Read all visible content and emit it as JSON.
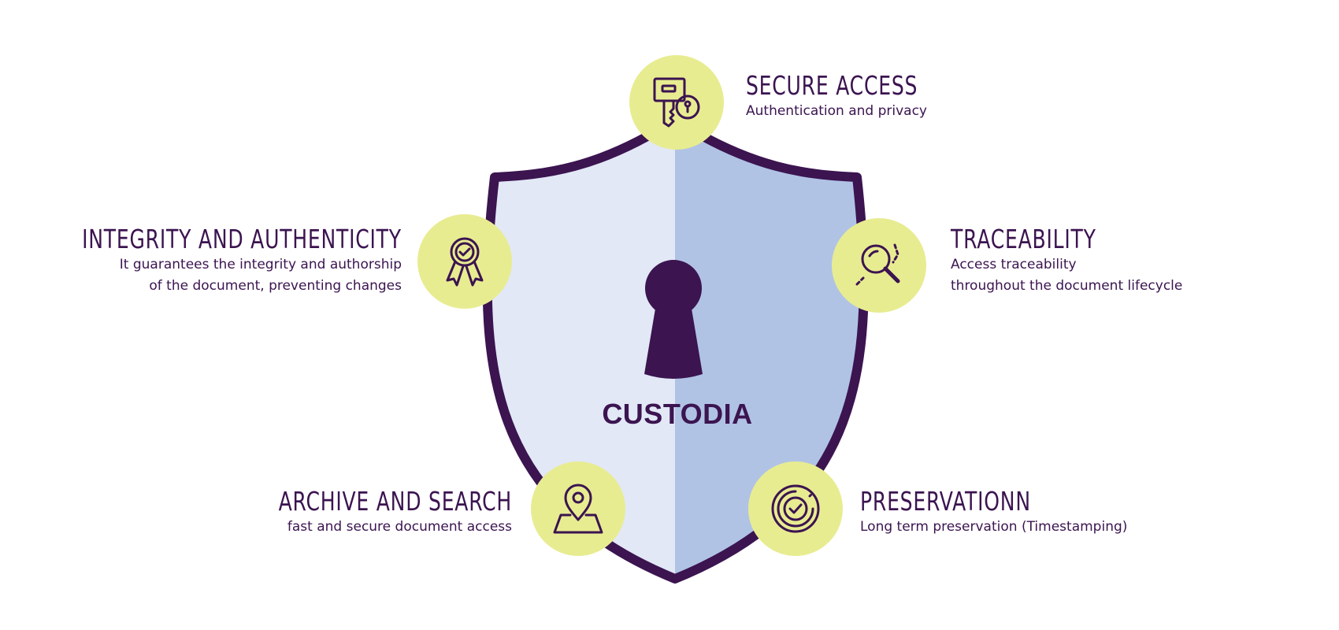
{
  "brand": "CUSTODIA",
  "colors": {
    "dark_purple": "#3b1450",
    "shield_light": "#e2e8f6",
    "shield_dark": "#b0c3e5",
    "icon_bg": "#e8ec91"
  },
  "features": {
    "secure_access": {
      "title": "SECURE ACCESS",
      "desc": "Authentication and privacy",
      "icon": "key-lock-icon"
    },
    "traceability": {
      "title": "TRACEABILITY",
      "desc_line1": "Access traceability",
      "desc_line2": "throughout the document lifecycle",
      "icon": "magnifier-icon"
    },
    "integrity": {
      "title": "INTEGRITY AND AUTHENTICITY",
      "desc_line1": "It guarantees the integrity and authorship",
      "desc_line2": "of the document, preventing changes",
      "icon": "award-ribbon-icon"
    },
    "archive": {
      "title": "ARCHIVE AND SEARCH",
      "desc": "fast and secure document access",
      "icon": "map-pin-icon"
    },
    "preservation": {
      "title": "PRESERVATIONN",
      "desc": "Long term preservation (Timestamping)",
      "icon": "target-check-icon"
    }
  }
}
